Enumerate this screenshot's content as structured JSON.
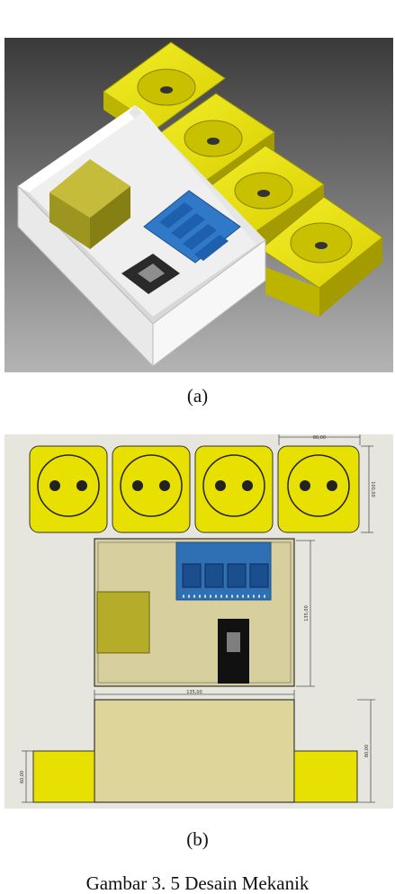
{
  "figure_a": {
    "label": "(a)"
  },
  "figure_b": {
    "label": "(b)",
    "dimensions": {
      "socket_width": "80,00",
      "socket_height": "100,00",
      "box_height": "135,00",
      "box_width": "135,00",
      "side_height": "60,00",
      "front_height": "80,00"
    }
  },
  "caption": "Gambar 3. 5 Desain Mekanik",
  "colors": {
    "socket_yellow": "#e8e000",
    "box_white": "#f2f2f2",
    "relay_blue": "#2f79c8",
    "background_a": "#4a4a4a",
    "background_b": "#e6e6de"
  }
}
